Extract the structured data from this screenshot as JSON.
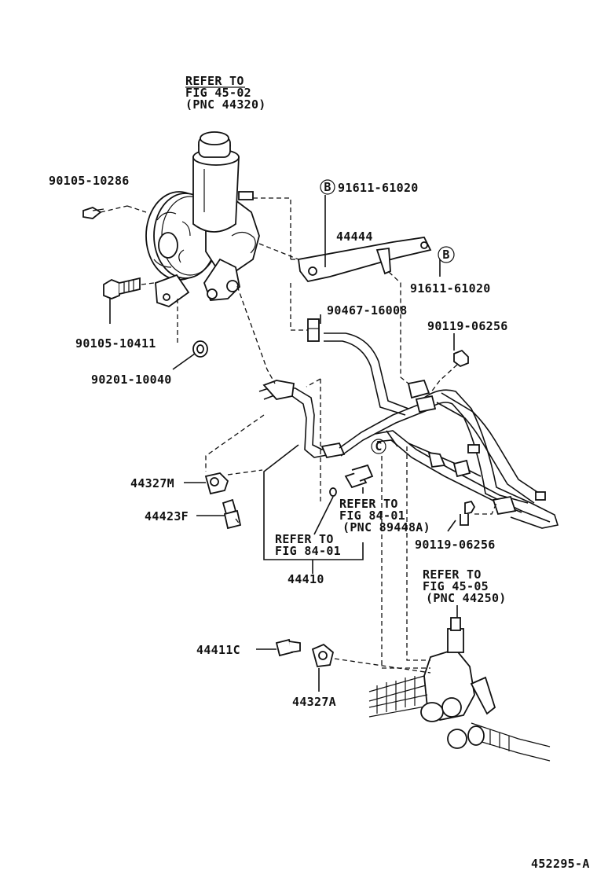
{
  "refs": {
    "reservoir": [
      "REFER TO",
      "FIG 45-02",
      "(PNC 44320)"
    ],
    "switch": [
      "REFER TO",
      "FIG 84-01",
      "(PNC 89448A)"
    ],
    "line": [
      "REFER TO",
      "FIG 84-01"
    ],
    "gear": [
      "REFER TO",
      "FIG 45-05",
      "(PNC 44250)"
    ]
  },
  "parts": {
    "bolt_top": "90105-10286",
    "bolt_mid": "90105-10411",
    "washer": "90201-10040",
    "b_top": "91611-61020",
    "b_right": "91611-61020",
    "bracket": "44444",
    "clip": "90467-16008",
    "bolt_right_top": "90119-06256",
    "bolt_right_bot": "90119-06256",
    "clamp_m": "44327M",
    "union_f": "44423F",
    "tube": "44410",
    "union_c": "44411C",
    "clamp_a": "44327A"
  },
  "markers": {
    "b": "B",
    "c": "C"
  },
  "figure_code": "452295-A"
}
